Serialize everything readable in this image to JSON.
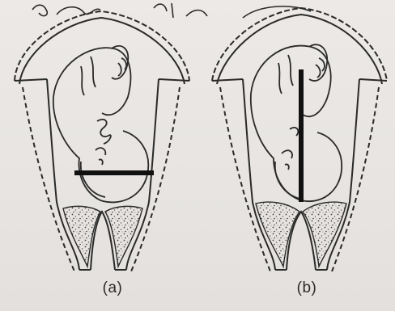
{
  "figure": {
    "panels": [
      {
        "id": "a",
        "label": "(a)",
        "icon": "fetus-transverse-bar-icon"
      },
      {
        "id": "b",
        "label": "(b)",
        "icon": "fetus-vertical-bar-icon"
      }
    ],
    "colors": {
      "ink": "#2a2a2a",
      "paper": "#e9e6e3",
      "bar": "#111111"
    }
  }
}
